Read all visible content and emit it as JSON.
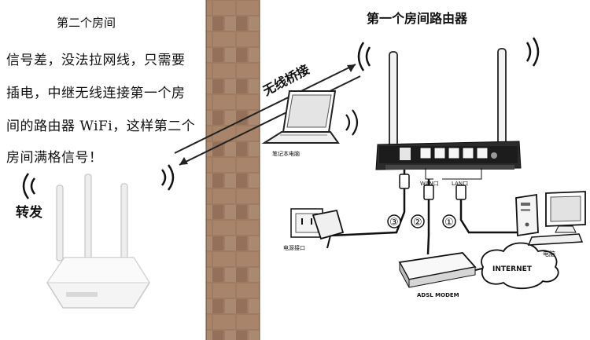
{
  "left_panel": {
    "room_title": "第二个房间",
    "paragraph": [
      "信号差，没法拉网线，只需要",
      "插电，中继无线连接第一个房",
      "间的路由器 WiFi，这样第二个",
      "房间满格信号！"
    ],
    "relay_label": "转发"
  },
  "bridge_label": "无线桥接",
  "right_panel": {
    "room_title": "第一个房间路由器",
    "laptop_label": "笔记本电脑",
    "wan_label": "WAN口",
    "lan_label": "LAN口",
    "power_label": "电源接口",
    "pc_label": "电脑",
    "modem_label": "ADSL MODEM",
    "internet_label": "INTERNET",
    "step_badges": [
      "③",
      "②",
      "①"
    ]
  },
  "colors": {
    "brick_fill": "#a07a5e",
    "mortar": "#ffffff"
  }
}
